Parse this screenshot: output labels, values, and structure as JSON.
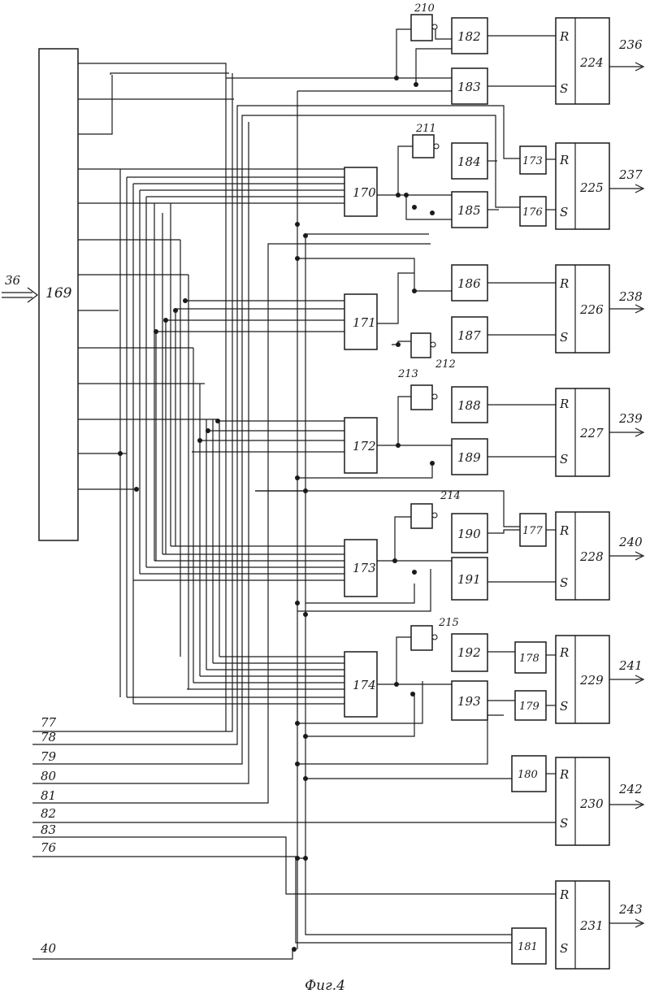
{
  "decoder": {
    "label": "169",
    "input": "36"
  },
  "gate_blocks": [
    "170",
    "171",
    "172",
    "173",
    "174"
  ],
  "and_blocks": [
    "182",
    "183",
    "184",
    "185",
    "186",
    "187",
    "188",
    "189",
    "190",
    "191",
    "192",
    "193"
  ],
  "aux_blocks": [
    "173",
    "176",
    "177",
    "178",
    "179",
    "180",
    "181"
  ],
  "inverters": [
    "210",
    "211",
    "212",
    "213",
    "214",
    "215"
  ],
  "triggers": [
    {
      "label": "224",
      "output": "236"
    },
    {
      "label": "225",
      "output": "237"
    },
    {
      "label": "226",
      "output": "238"
    },
    {
      "label": "227",
      "output": "239"
    },
    {
      "label": "228",
      "output": "240"
    },
    {
      "label": "229",
      "output": "241"
    },
    {
      "label": "230",
      "output": "242"
    },
    {
      "label": "231",
      "output": "243"
    }
  ],
  "pin_r": "R",
  "pin_s": "S",
  "bus_inputs": [
    "77",
    "78",
    "79",
    "80",
    "81",
    "82",
    "83",
    "76",
    "40"
  ],
  "caption": "Фиг.4"
}
